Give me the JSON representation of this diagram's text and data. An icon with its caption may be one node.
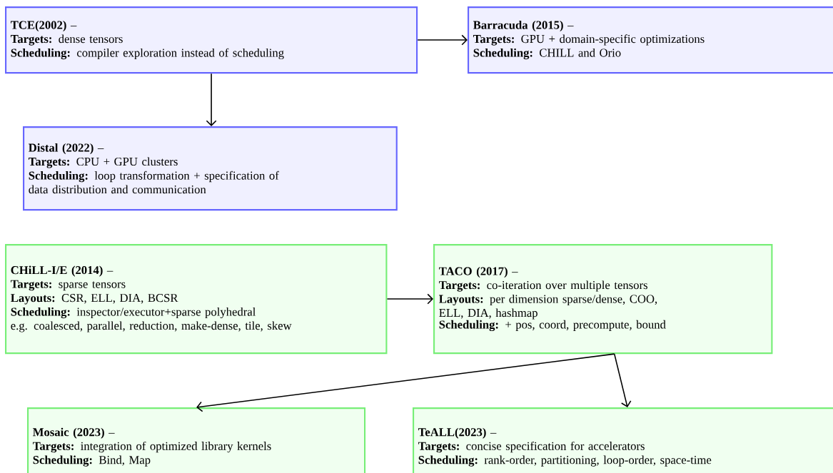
{
  "diagram": {
    "nodes": [
      {
        "text": [
          "**TCE(2002)** –",
          "**Targets:** dense tensors",
          "**Scheduling:** compiler exploration instead of scheduling"
        ]
      },
      {
        "text": [
          "**Barracuda (2015)** –",
          "**Targets:** GPU + domain-specific optimizations",
          "**Scheduling:** CHILL and Orio"
        ]
      },
      {
        "text": [
          "**Distal (2022)** –",
          "**Targets:** CPU + GPU clusters",
          "**Scheduling:** loop transformation + specification of data distribution and communication"
        ]
      },
      {
        "text": [
          "**CHiLL-I/E (2014)** –",
          "**Targets:** sparse tensors",
          "**Layouts:** CSR, ELL, DIA, BCSR",
          "**Scheduling:** inspector/executor+sparse polyhedral",
          "e.g. coalesced, parallel, reduction, make-dense, tile, skew"
        ]
      },
      {
        "text": [
          "**TACO (2017)** –",
          "**Targets:** co-iteration over multiple tensors",
          "**Layouts:** per dimension sparse/dense, COO, ELL, DIA, hashmap",
          "**Scheduling:** + pos, coord, precompute, bound"
        ]
      },
      {
        "text": [
          "**Mosaic (2023)** –",
          "**Targets:** integration of optimized library kernels",
          "**Scheduling:** Bind, Map"
        ]
      },
      {
        "text": [
          "**TeALL(2023)** –",
          "**Targets:** concise specification for accelerators",
          "**Scheduling:** rank-order, partitioning, loop-order, space-time"
        ]
      }
    ],
    "edges": [
      {
        "from": 0,
        "to": 1,
        "arrow": "to"
      },
      {
        "from": 0,
        "to": 2,
        "arrow": "to"
      },
      {
        "from": 3,
        "to": 4,
        "arrow": "to"
      },
      {
        "from": 4,
        "to": 5,
        "arrow": "to"
      },
      {
        "from": 4,
        "to": 6,
        "arrow": "to"
      }
    ]
  }
}
